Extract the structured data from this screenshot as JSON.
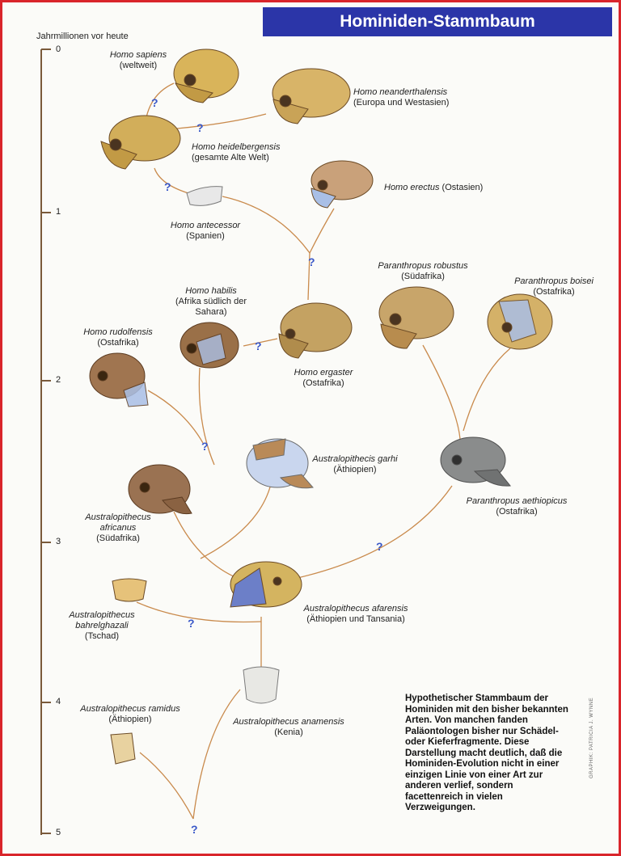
{
  "title": "Hominiden-Stammbaum",
  "axis": {
    "label": "Jahrmillionen vor heute",
    "ticks": [
      "0",
      "1",
      "2",
      "3",
      "4",
      "5"
    ]
  },
  "species": {
    "homo_sapiens": {
      "name": "Homo sapiens",
      "region": "(weltweit)"
    },
    "homo_neanderthalensis": {
      "name": "Homo neanderthalensis",
      "region": "(Europa und Westasien)"
    },
    "homo_heidelbergensis": {
      "name": "Homo heidelbergensis",
      "region": "(gesamte Alte Welt)"
    },
    "homo_erectus": {
      "name": "Homo erectus",
      "region": "(Ostasien)"
    },
    "homo_antecessor": {
      "name": "Homo antecessor",
      "region": "(Spanien)"
    },
    "paranthropus_robustus": {
      "name": "Paranthropus robustus",
      "region": "(Südafrika)"
    },
    "paranthropus_boisei": {
      "name": "Paranthropus boisei",
      "region": "(Ostafrika)"
    },
    "homo_habilis": {
      "name": "Homo habilis",
      "region1": "(Afrika südlich der",
      "region2": "Sahara)"
    },
    "homo_rudolfensis": {
      "name": "Homo rudolfensis",
      "region": "(Ostafrika)"
    },
    "homo_ergaster": {
      "name": "Homo ergaster",
      "region": "(Ostafrika)"
    },
    "australopithecis_garhi": {
      "name": "Australopithecis garhi",
      "region": "(Äthiopien)"
    },
    "paranthropus_aethiopicus": {
      "name": "Paranthropus aethiopicus",
      "region": "(Ostafrika)"
    },
    "australopithecus_africanus": {
      "name1": "Australopithecus",
      "name2": "africanus",
      "region": "(Südafrika)"
    },
    "australopithecus_afarensis": {
      "name": "Australopithecus afarensis",
      "region": "(Äthiopien und Tansania)"
    },
    "australopithecus_bahrelghazali": {
      "name1": "Australopithecus",
      "name2": "bahrelghazali",
      "region": "(Tschad)"
    },
    "australopithecus_ramidus": {
      "name": "Australopithecus ramidus",
      "region": "(Äthiopien)"
    },
    "australopithecus_anamensis": {
      "name": "Australopithecus anamensis",
      "region": "(Kenia)"
    }
  },
  "question_mark": "?",
  "note": "Hypothetischer Stammbaum der Hominiden mit den bisher bekannten Arten. Von manchen fanden Paläontologen bisher nur Schädel- oder Kieferfragmente. Diese Darstellung macht deutlich, daß die Hominiden-Evolution nicht in einer einzigen Linie von einer Art zur anderen verlief, sondern facettenreich in vielen Verzweigungen.",
  "credit": "GRAPHIK: PATRICIA J. WYNNE",
  "colors": {
    "title_bg": "#2b35a8",
    "frame": "#d9252b",
    "branch": "#c98a4c",
    "question": "#3a58c8",
    "skull_tan": "#d9b45a",
    "skull_brown": "#9a7048",
    "skull_grey": "#8a8c8c",
    "skull_reconstructed": "#a9bfe6"
  }
}
